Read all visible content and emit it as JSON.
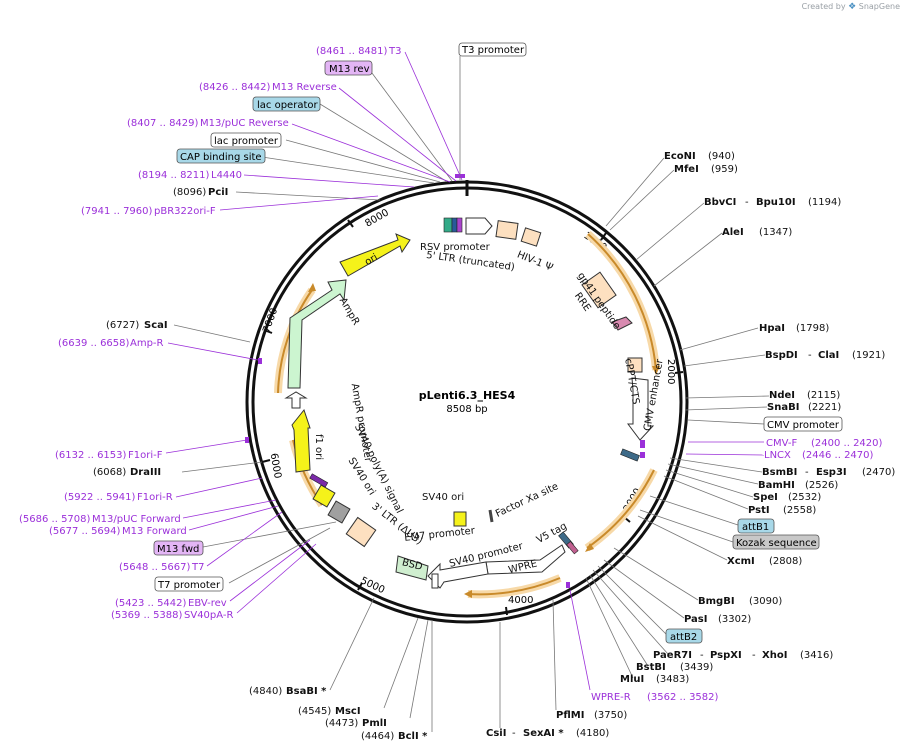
{
  "branding": {
    "created_by": "Created by",
    "app_name": "SnapGene"
  },
  "plasmid": {
    "name": "pLenti6.3_HES4",
    "length": "8508 bp"
  },
  "colors": {
    "enzyme": "#000000",
    "primer": "#9b30d9",
    "feature_box": "#a8d8e8",
    "primer_box": "#e3b5f5"
  },
  "ticks": [
    "1000",
    "2000",
    "3000",
    "4000",
    "5000",
    "6000",
    "7000",
    "8000"
  ],
  "enzymes": [
    {
      "name": "EcoNI",
      "pos": "(940)"
    },
    {
      "name": "MfeI",
      "pos": "(959)"
    },
    {
      "name": "BbvCI",
      "name2": "Bpu10I",
      "pos": "(1194)"
    },
    {
      "name": "AleI",
      "pos": "(1347)"
    },
    {
      "name": "HpaI",
      "pos": "(1798)"
    },
    {
      "name": "BspDI",
      "name2": "ClaI",
      "pos": "(1921)"
    },
    {
      "name": "NdeI",
      "pos": "(2115)"
    },
    {
      "name": "SnaBI",
      "pos": "(2221)"
    },
    {
      "name": "BsmBI",
      "name2": "Esp3I",
      "pos": "(2470)"
    },
    {
      "name": "BamHI",
      "pos": "(2526)"
    },
    {
      "name": "SpeI",
      "pos": "(2532)"
    },
    {
      "name": "PstI",
      "pos": "(2558)"
    },
    {
      "name": "XcmI",
      "pos": "(2808)"
    },
    {
      "name": "BmgBI",
      "pos": "(3090)"
    },
    {
      "name": "PasI",
      "pos": "(3302)"
    },
    {
      "name": "PaeR7I",
      "name2": "PspXI",
      "name3": "XhoI",
      "pos": "(3416)"
    },
    {
      "name": "BstBI",
      "pos": "(3439)"
    },
    {
      "name": "MluI",
      "pos": "(3483)"
    },
    {
      "name": "PflMI",
      "pos": "(3750)"
    },
    {
      "name": "CsiI",
      "name2": "SexAI *",
      "pos": "(4180)"
    },
    {
      "name": "BclI *",
      "pos": "(4464)"
    },
    {
      "name": "PmlI",
      "pos": "(4473)"
    },
    {
      "name": "MscI",
      "pos": "(4545)"
    },
    {
      "name": "BsaBI *",
      "pos": "(4840)"
    },
    {
      "name": "DraIII",
      "pos": "(6068)"
    },
    {
      "name": "ScaI",
      "pos": "(6727)"
    },
    {
      "name": "PciI",
      "pos": "(8096)"
    }
  ],
  "primers": [
    {
      "name": "T3",
      "pos": "(8461 .. 8481)"
    },
    {
      "name": "M13 Reverse",
      "pos": "(8426 .. 8442)"
    },
    {
      "name": "M13/pUC Reverse",
      "pos": "(8407 .. 8429)"
    },
    {
      "name": "L4440",
      "pos": "(8194 .. 8211)"
    },
    {
      "name": "pBR322ori-F",
      "pos": "(7941 .. 7960)"
    },
    {
      "name": "Amp-R",
      "pos": "(6639 .. 6658)"
    },
    {
      "name": "F1ori-F",
      "pos": "(6132 .. 6153)"
    },
    {
      "name": "F1ori-R",
      "pos": "(5922 .. 5941)"
    },
    {
      "name": "M13/pUC Forward",
      "pos": "(5686 .. 5708)"
    },
    {
      "name": "M13 Forward",
      "pos": "(5677 .. 5694)"
    },
    {
      "name": "T7",
      "pos": "(5648 .. 5667)"
    },
    {
      "name": "EBV-rev",
      "pos": "(5423 .. 5442)"
    },
    {
      "name": "SV40pA-R",
      "pos": "(5369 .. 5388)"
    },
    {
      "name": "CMV-F",
      "pos": "(2400 .. 2420)"
    },
    {
      "name": "LNCX",
      "pos": "(2446 .. 2470)"
    },
    {
      "name": "WPRE-R",
      "pos": "(3562 .. 3582)"
    }
  ],
  "boxed_labels": {
    "t3_promoter": "T3 promoter",
    "m13_rev": "M13 rev",
    "lac_operator": "lac operator",
    "lac_promoter": "lac promoter",
    "cap_binding_site": "CAP binding site",
    "cmv_promoter": "CMV promoter",
    "attb1": "attB1",
    "kozak": "Kozak sequence",
    "attb2": "attB2",
    "m13_fwd": "M13 fwd",
    "t7_promoter": "T7 promoter"
  },
  "features": {
    "rsv_promoter": "RSV promoter",
    "ltr5": "5' LTR (truncated)",
    "hiv_psi": "HIV-1 Ψ",
    "rre": "RRE",
    "gp41": "gp41 peptide",
    "cppt": "cPPT/CTS",
    "cmv_enhancer": "CMV enhancer",
    "factor_xa": "Factor Xa site",
    "sv40_ori_inner": "SV40 ori",
    "v5_tag": "V5 tag",
    "sv40_promoter": "SV40 promoter",
    "wpre": "WPRE",
    "em7": "EM7 promoter",
    "bsd": "BSD",
    "ltr3": "3' LTR (ΔU3)",
    "sv40_ori": "SV40 ori",
    "sv40_polya": "SV40 poly(A) signal",
    "f1_ori": "f1 ori",
    "ampr_promoter": "AmpR promoter",
    "ampr": "AmpR",
    "ori": "ori"
  }
}
